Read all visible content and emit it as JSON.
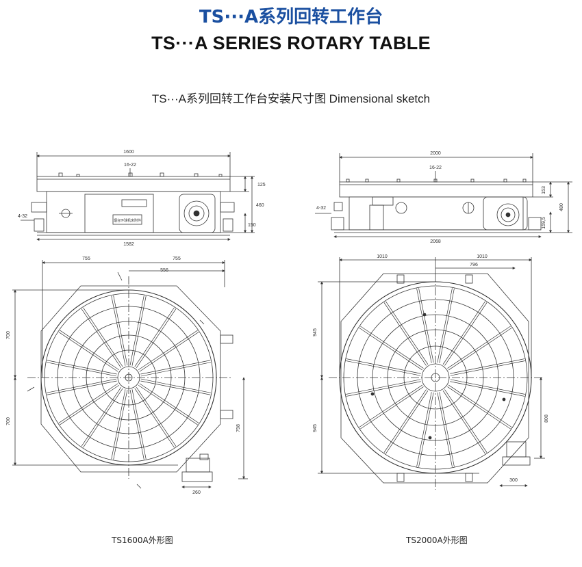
{
  "header": {
    "title_cn": "TS···A系列回转工作台",
    "title_en": "TS···A SERIES ROTARY TABLE",
    "subtitle": "TS···A系列回转工作台安装尺寸图 Dimensional sketch"
  },
  "left_drawing": {
    "caption": "TS1600A外形图",
    "dims": {
      "top_width": "1600",
      "slot": "16-22",
      "h_top": "125",
      "h_total": "460",
      "h_base": "150",
      "holes": "4-32",
      "base_width": "1582",
      "half_left": "755",
      "half_right": "755",
      "radius_offset": "556",
      "v_upper": "700",
      "v_lower": "700",
      "v_right": "798",
      "motor_w": "260"
    },
    "nameplate": "烟台环球机床附件"
  },
  "right_drawing": {
    "caption": "TS2000A外形图",
    "dims": {
      "top_width": "2000",
      "slot": "16-22",
      "h_top": "153",
      "h_total": "480",
      "h_base": "159,5",
      "holes": "4-32",
      "base_width": "2068",
      "half_left": "1010",
      "half_right": "1010",
      "radius_offset": "796",
      "v_upper": "945",
      "v_lower": "945",
      "v_right": "808",
      "motor_w": "300"
    }
  }
}
